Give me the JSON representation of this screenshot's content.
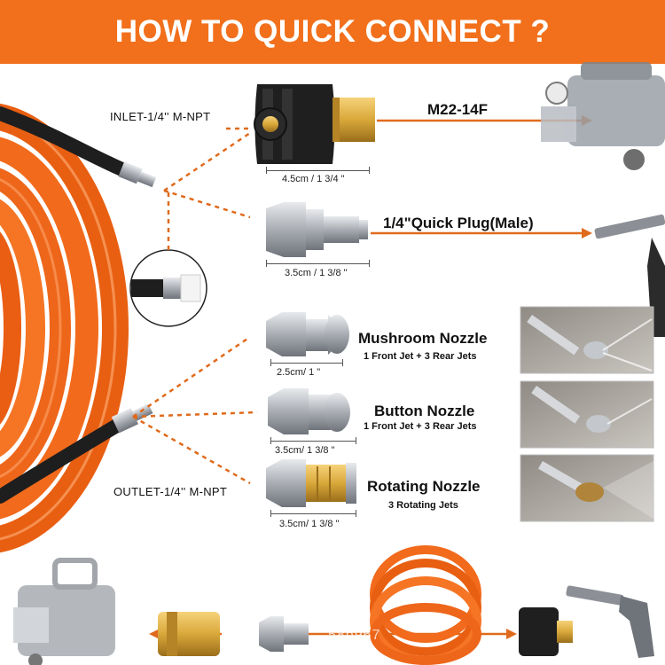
{
  "banner": {
    "title": "HOW TO QUICK CONNECT ?"
  },
  "ports": {
    "inlet": "INLET-1/4'' M-NPT",
    "outlet": "OUTLET-1/4'' M-NPT"
  },
  "fittings": [
    {
      "title": "M22-14F",
      "dimension": "4.5cm / 1 3/4 \""
    },
    {
      "title": "1/4\"Quick Plug(Male)",
      "dimension": "3.5cm / 1 3/8 \""
    }
  ],
  "nozzles": [
    {
      "title": "Mushroom Nozzle",
      "subtitle": "1 Front Jet + 3 Rear Jets",
      "dimension": "2.5cm/ 1 \""
    },
    {
      "title": "Button Nozzle",
      "subtitle": "1 Front Jet + 3 Rear Jets",
      "dimension": "3.5cm/ 1 3/8 \""
    },
    {
      "title": "Rotating Nozzle",
      "subtitle": "3 Rotating Jets",
      "dimension": "3.5cm/ 1 3/8 \""
    }
  ],
  "colors": {
    "accent": "#f2701c",
    "hose": "#f26a1b",
    "brass": "#d9a83a",
    "steel": "#b8bcc2",
    "rubber": "#1e1e1e"
  },
  "icons": [
    "pressure-washer-icon",
    "spray-gun-icon",
    "hose-reel-icon"
  ],
  "watermark": "58b967"
}
